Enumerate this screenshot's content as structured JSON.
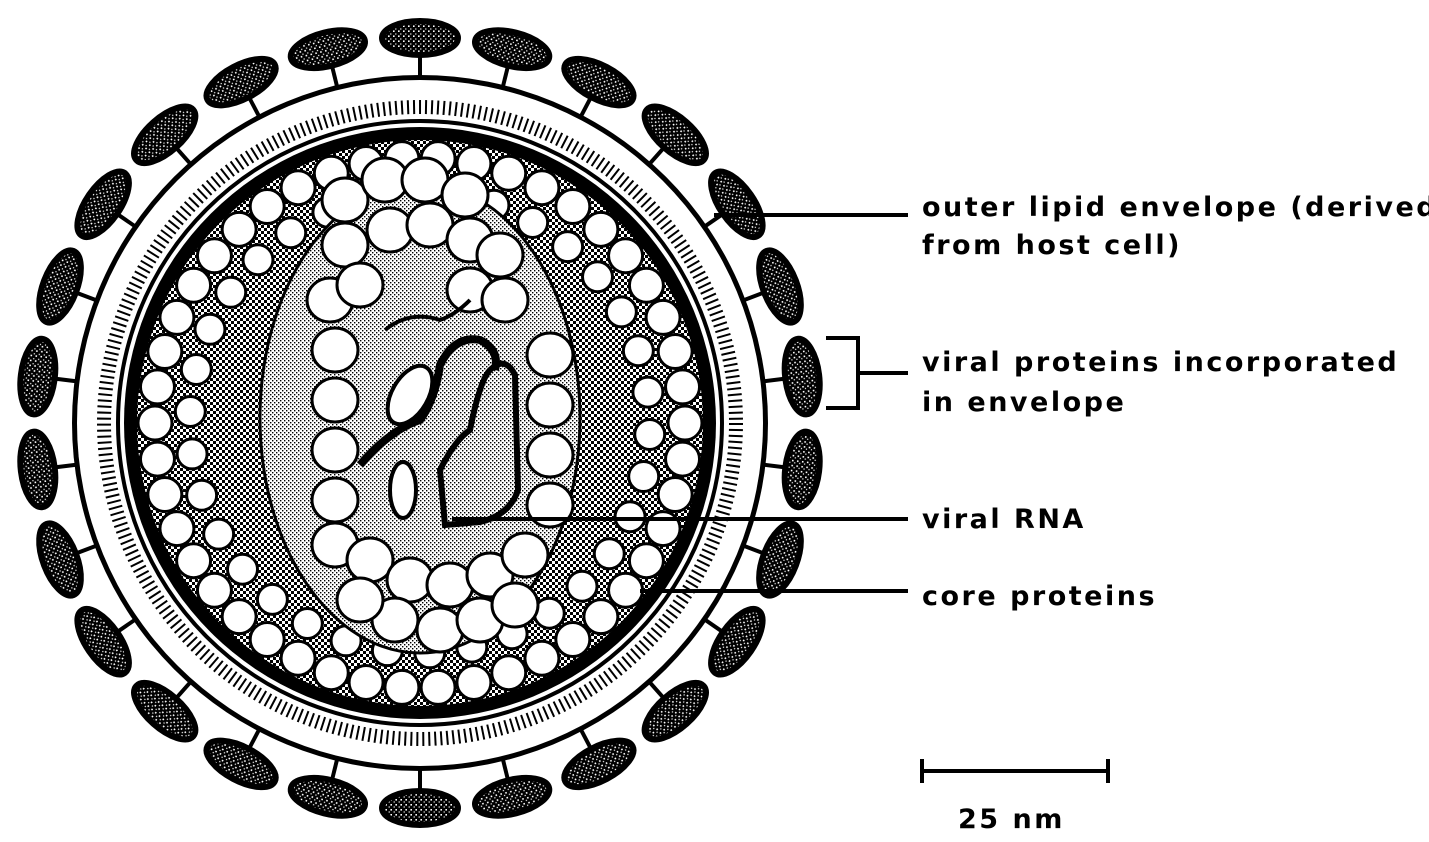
{
  "labels": {
    "outer_envelope_line1": "outer lipid envelope (derived",
    "outer_envelope_line2": "from host cell)",
    "viral_proteins_line1": "viral proteins incorporated",
    "viral_proteins_line2": "in envelope",
    "viral_rna": "viral RNA",
    "core_proteins": "core proteins"
  },
  "scale_bar": {
    "label": "25 nm"
  },
  "colors": {
    "ink": "#000000",
    "paper": "#ffffff"
  }
}
